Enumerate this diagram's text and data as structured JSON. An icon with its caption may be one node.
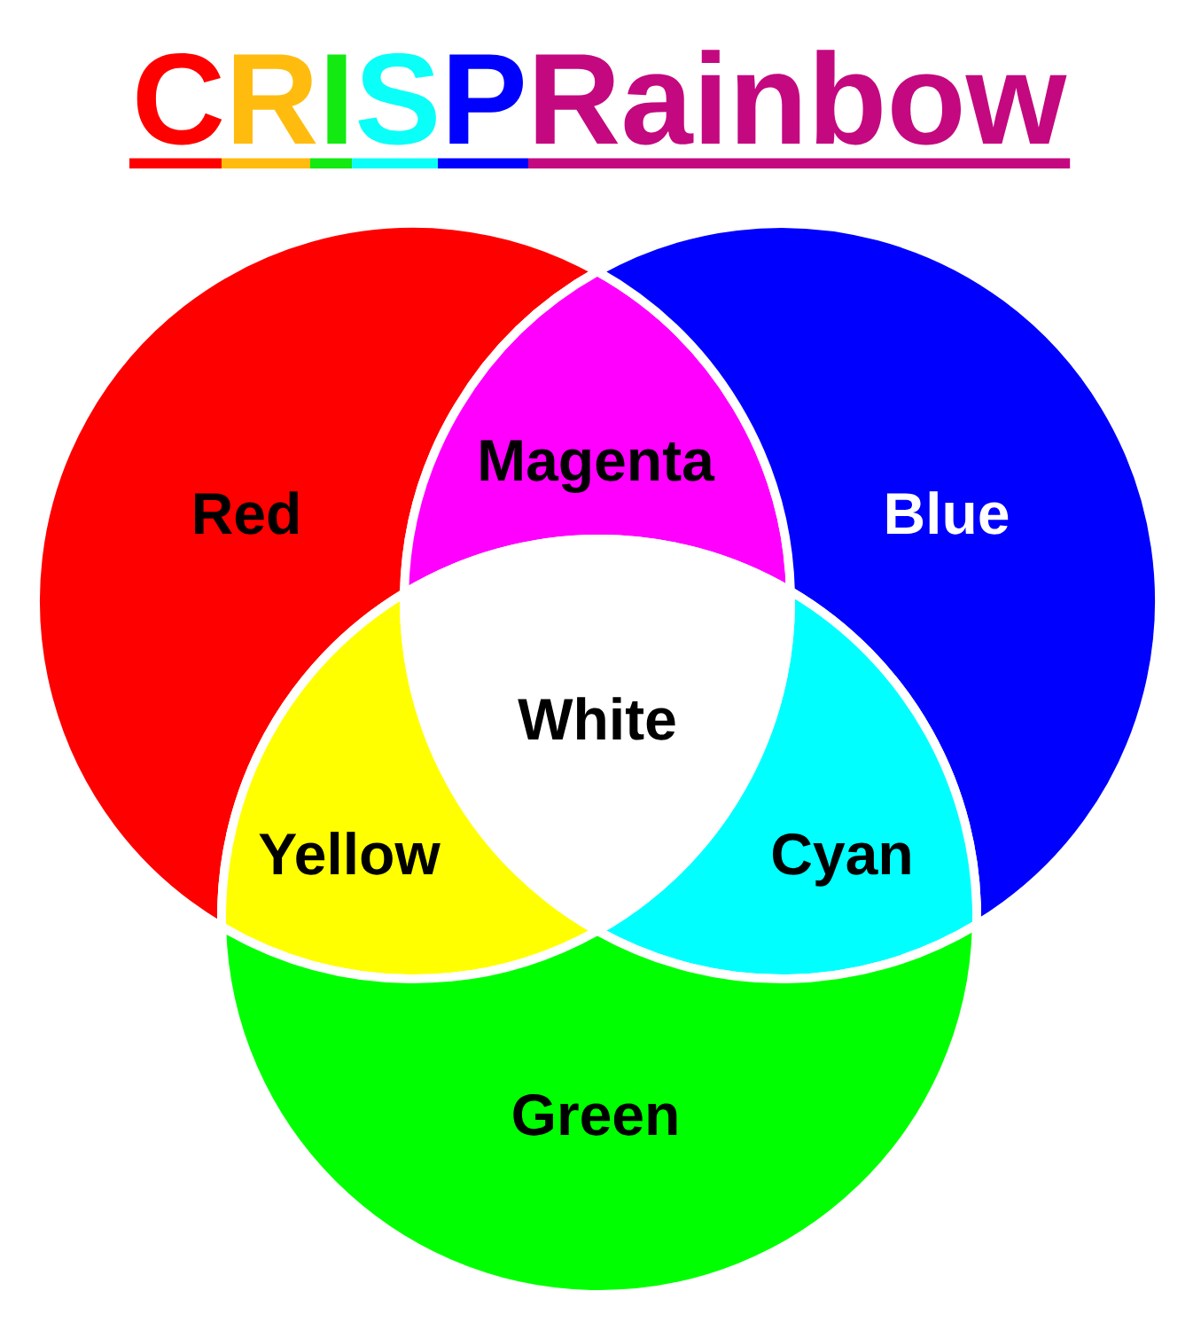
{
  "diagram": {
    "title": "CRISPRainbow",
    "nodes": [
      {
        "text": [
          "Red"
        ]
      },
      {
        "text": [
          "Magenta"
        ]
      },
      {
        "text": [
          "Blue"
        ]
      },
      {
        "text": [
          "White"
        ]
      },
      {
        "text": [
          "Yellow"
        ]
      },
      {
        "text": [
          "Cyan"
        ]
      },
      {
        "text": [
          "Green"
        ]
      }
    ]
  }
}
